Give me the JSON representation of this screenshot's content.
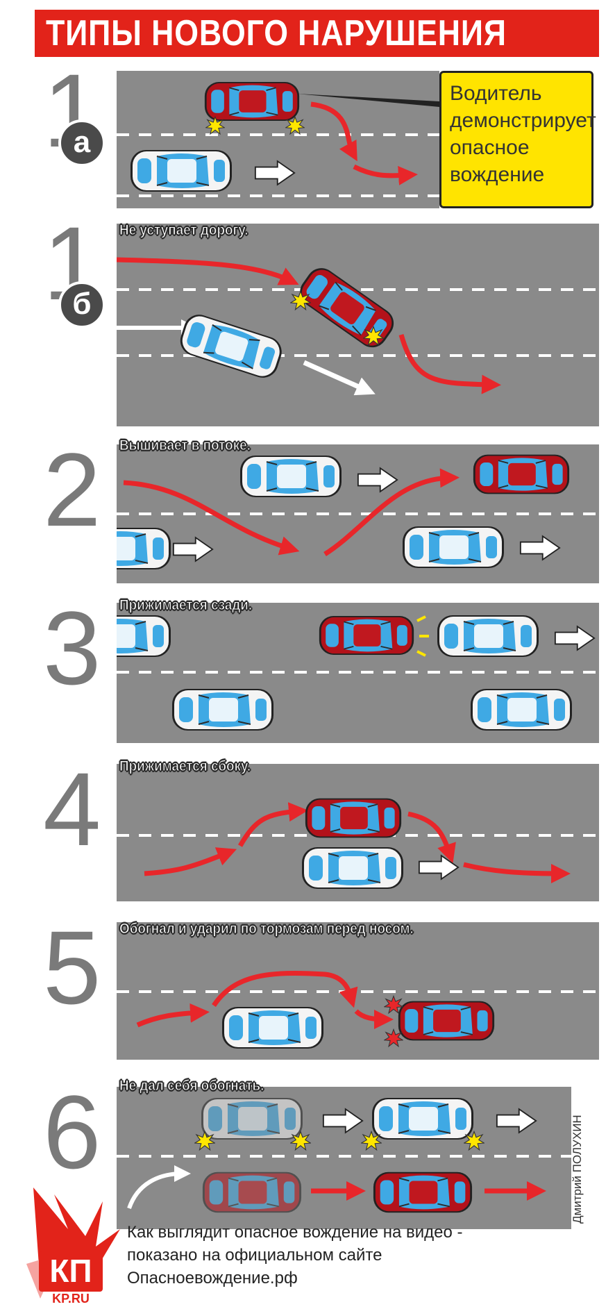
{
  "header": {
    "title": "ТИПЫ НОВОГО НАРУШЕНИЯ"
  },
  "colors": {
    "accent": "#e2231a",
    "road": "#8a8a8a",
    "callout": "#ffe400",
    "red_arrow": "#e8262a"
  },
  "panels": [
    {
      "number": "1",
      "badge": "а",
      "caption": ""
    },
    {
      "number": "1",
      "badge": "б",
      "caption": "Не уступает дорогу."
    },
    {
      "number": "2",
      "caption": "Вышивает в потоке."
    },
    {
      "number": "3",
      "caption": "Прижимается сзади."
    },
    {
      "number": "4",
      "caption": "Прижимается сбоку."
    },
    {
      "number": "5",
      "caption": "Обогнал и ударил по тормозам перед носом."
    },
    {
      "number": "6",
      "caption": "Не дал себя обогнать."
    }
  ],
  "callout": {
    "lines": [
      "Водитель",
      "демонстрирует",
      "опасное",
      "вождение"
    ]
  },
  "credit": "Дмитрий ПОЛУХИН",
  "footer": {
    "lines": [
      "Как выглядит опасное вождение на видео -",
      "показано на официальном сайте",
      "Опасноевождение.рф"
    ]
  },
  "logo": {
    "text": "КП",
    "subtext": "KP.RU"
  }
}
